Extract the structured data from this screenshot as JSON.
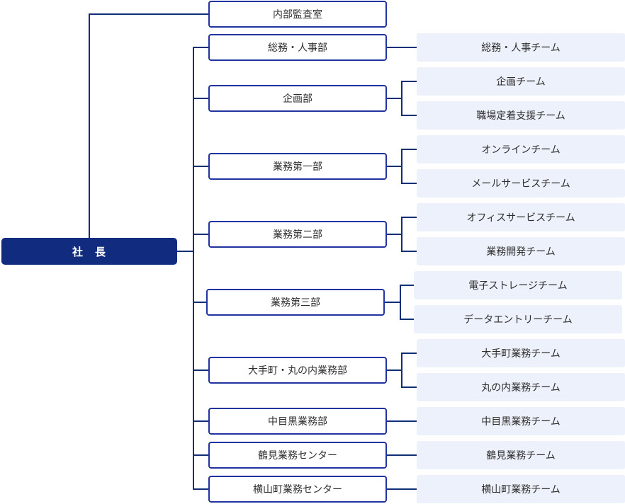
{
  "org": {
    "title": "organization-chart",
    "root": {
      "label": "社　長"
    },
    "departments": [
      {
        "label": "内部監査室",
        "teams": []
      },
      {
        "label": "総務・人事部",
        "teams": [
          "総務・人事チーム"
        ]
      },
      {
        "label": "企画部",
        "teams": [
          "企画チーム",
          "職場定着支援チーム"
        ]
      },
      {
        "label": "業務第一部",
        "teams": [
          "オンラインチーム",
          "メールサービスチーム"
        ]
      },
      {
        "label": "業務第二部",
        "teams": [
          "オフィスサービスチーム",
          "業務開発チーム"
        ]
      },
      {
        "label": "業務第三部",
        "teams": [
          "電子ストレージチーム",
          "データエントリーチーム"
        ]
      },
      {
        "label": "大手町・丸の内業務部",
        "teams": [
          "大手町業務チーム",
          "丸の内業務チーム"
        ]
      },
      {
        "label": "中目黒業務部",
        "teams": [
          "中目黒業務チーム"
        ]
      },
      {
        "label": "鶴見業務センター",
        "teams": [
          "鶴見業務チーム"
        ]
      },
      {
        "label": "横山町業務センター",
        "teams": [
          "横山町業務チーム"
        ]
      }
    ],
    "colors": {
      "connector_line": "#102d78",
      "department_border": "#2133a0",
      "root_background": "#112c7e",
      "root_text": "#ffffff",
      "team_background": "#edf1fb",
      "text": "#2e2e2e"
    }
  }
}
